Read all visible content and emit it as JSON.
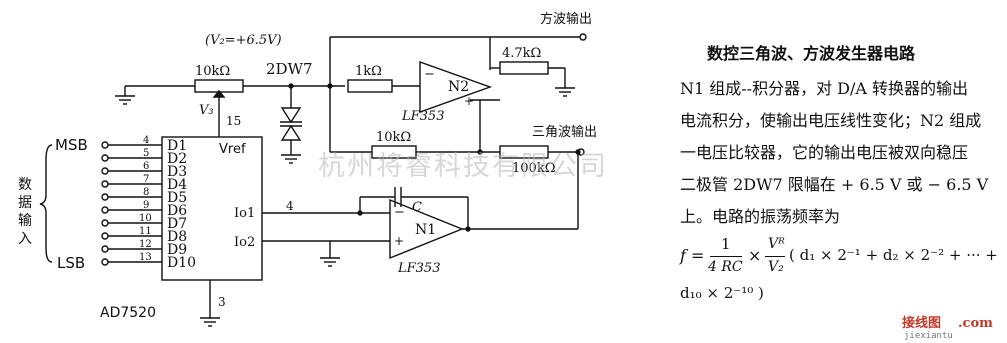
{
  "circuit": {
    "vz_note": "(V₂=+6.5V)",
    "square_out": "方波输出",
    "triangle_out": "三角波输出",
    "r_10k_pot": "10kΩ",
    "zener": "2DW7",
    "r_1k": "1kΩ",
    "r_4_7k": "4.7kΩ",
    "r_10k": "10kΩ",
    "r_100k": "100kΩ",
    "n2_label": "N2",
    "n2_part": "LF353",
    "n1_label": "N1",
    "n1_part": "LF353",
    "cap": "C",
    "vr": "V₃",
    "pin15": "15",
    "pin4": "4",
    "pin3": "3",
    "vref": "Vref",
    "io1": "Io1",
    "io2": "Io2",
    "msb": "MSB",
    "lsb": "LSB",
    "chip": "AD7520",
    "data_in": [
      "数",
      "据",
      "输",
      "入"
    ],
    "pins": [
      "D1",
      "D2",
      "D3",
      "D4",
      "D5",
      "D6",
      "D7",
      "D8",
      "D9",
      "D10"
    ],
    "pin_nums": [
      "4",
      "5",
      "6",
      "7",
      "8",
      "9",
      "10",
      "11",
      "12",
      "13"
    ],
    "plus": "+",
    "minus": "−"
  },
  "text": {
    "title": "数控三角波、方波发生器电路",
    "lines": [
      "N1 组成--积分器，对 D/A 转换器的输出",
      "电流积分，使输出电压线性变化；N2 组成",
      "一电压比较器，它的输出电压被双向稳压",
      "二极管 2DW7 限幅在 + 6.5 V 或 − 6.5 V",
      "上。电路的振荡频率为"
    ],
    "formula_f": "f =",
    "formula_num": "1",
    "formula_den": "4 RC",
    "formula_times": "×",
    "formula_vr": "Vᴿ",
    "formula_vz": "V₂",
    "formula_sum": "( d₁ × 2⁻¹ + d₂ × 2⁻² + ··· +",
    "formula_last": "d₁₀ × 2⁻¹⁰ )"
  },
  "watermark": "杭州将睿科技有限公司",
  "brand": {
    "name": "接线图",
    "url": "jiexiantu",
    "com": ".com"
  }
}
